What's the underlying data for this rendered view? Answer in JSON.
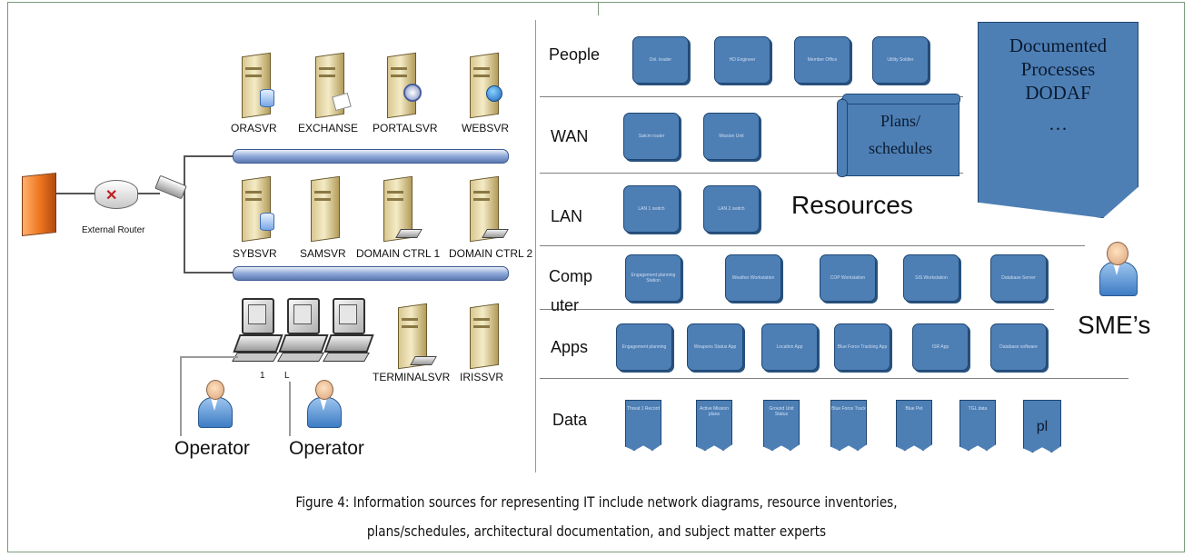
{
  "network": {
    "servers_top": [
      "ORASVR",
      "EXCHANSE",
      "PORTALSVR",
      "WEBSVR"
    ],
    "servers_mid": [
      "SYBSVR",
      "SAMSVR",
      "DOMAIN CTRL 1",
      "DOMAIN CTRL 2"
    ],
    "router_label": "External Router",
    "terminals": [
      "1",
      "L"
    ],
    "servers_bottom": [
      "TERMINALSVR",
      "IRISSVR"
    ],
    "operators": [
      "Operator",
      "Operator"
    ]
  },
  "resources": {
    "lanes": [
      "People",
      "WAN",
      "LAN",
      "Comp",
      "uter",
      "Apps",
      "Data"
    ],
    "people_boxes": [
      "Dol. leader",
      "HD Engineer",
      "Member Office",
      "Utility Soldier"
    ],
    "wan_boxes": [
      "Satcm router",
      "Mission Unit"
    ],
    "lan_boxes": [
      "LAN 1 switch",
      "LAN 2 switch"
    ],
    "computer_boxes": [
      "Engagement planning Station",
      "Weather Workstation",
      "COP Workstation",
      "SIS Workstation",
      "Database Server"
    ],
    "app_boxes": [
      "Engagement planning",
      "Weapons Status App",
      "Location App",
      "Blue Force Tracking App",
      "ISR App",
      "Database software"
    ],
    "data_docs": [
      "Threat 1 Record",
      "Active Mission plans",
      "Ground Unit Status",
      "Blue Force Track",
      "Blue Pet",
      "TGL data",
      "pl"
    ],
    "scroll_lines": [
      "Plans/",
      "schedules"
    ],
    "doc_lines": [
      "Documented",
      "Processes",
      "DODAF",
      "…"
    ],
    "resources_label": "Resources",
    "sme_label": "SME’s"
  },
  "caption": {
    "line1": "Figure 4: Information sources for representing IT include network diagrams, resource inventories,",
    "line2": "plans/schedules, architectural documentation, and subject matter experts"
  },
  "colors": {
    "box_fill": "#4d7fb5",
    "box_border": "#1f4672",
    "frame": "#7a9a7a"
  }
}
